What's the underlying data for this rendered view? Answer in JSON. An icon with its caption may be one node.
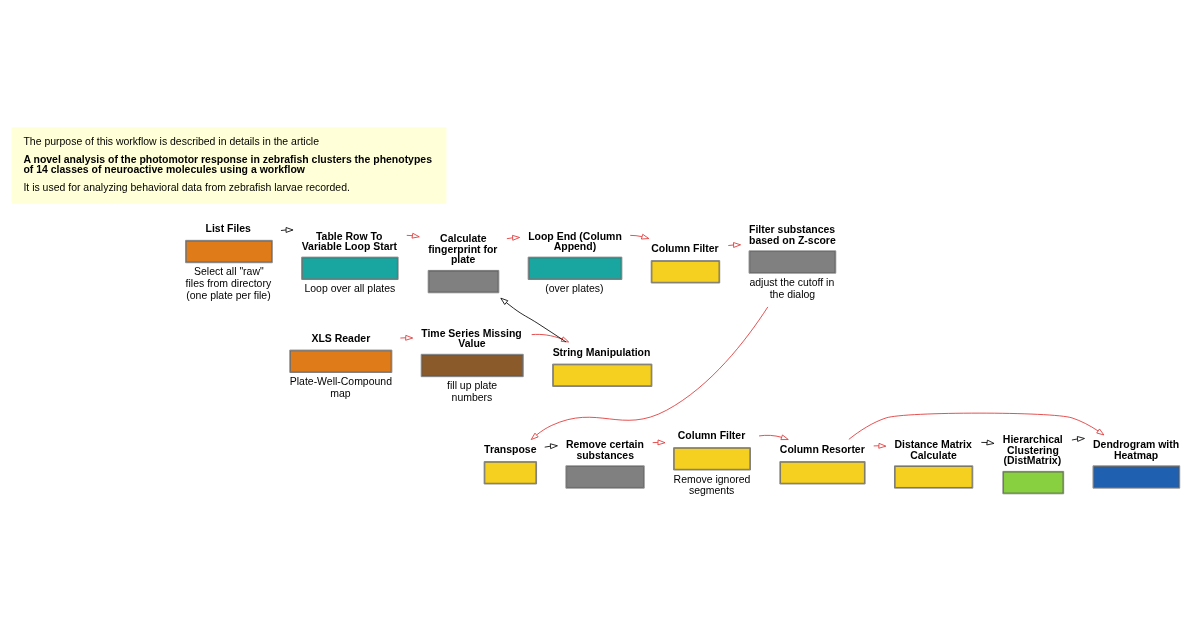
{
  "diagram": {
    "nodes": [
      {
        "text": [
          "The purpose of this workflow is described in details in the article",
          "A novel analysis of the photomotor response in zebrafish clusters the phenotypes of 14 classes of neuroactive molecules using a workflow",
          "It is used for analyzing behavioral data from zebrafish larvae recorded."
        ]
      },
      {
        "text": [
          "List Files"
        ],
        "beside": [
          "Select all \"raw\" files from directory (one plate per file)"
        ]
      },
      {
        "text": [
          "Table Row To Variable Loop Start"
        ],
        "beside": [
          "Loop over all plates"
        ]
      },
      {
        "text": [
          "Calculate fingerprint for plate"
        ]
      },
      {
        "text": [
          "Loop End (Column Append)"
        ],
        "beside": [
          "(over plates)"
        ]
      },
      {
        "text": [
          "Column Filter"
        ]
      },
      {
        "text": [
          "Filter substances based on Z-score"
        ],
        "beside": [
          "adjust the cutoff in the dialog"
        ]
      },
      {
        "text": [
          "XLS Reader"
        ],
        "beside": [
          "Plate-Well-Compound map"
        ]
      },
      {
        "text": [
          "Time Series Missing Value"
        ],
        "beside": [
          "fill up plate numbers"
        ]
      },
      {
        "text": [
          "String Manipulation"
        ]
      },
      {
        "text": [
          "Transpose"
        ]
      },
      {
        "text": [
          "Remove certain substances"
        ]
      },
      {
        "text": [
          "Column Filter"
        ],
        "beside": [
          "Remove ignored segments"
        ]
      },
      {
        "text": [
          "Column Resorter"
        ]
      },
      {
        "text": [
          "Distance Matrix Calculate"
        ]
      },
      {
        "text": [
          "Hierarchical Clustering (DistMatrix)"
        ]
      },
      {
        "text": [
          "Dendrogram with Heatmap"
        ]
      }
    ],
    "edges": [
      {
        "from": 1,
        "to": 2,
        "arrow": "to",
        "color": "#000000"
      },
      {
        "from": 2,
        "to": 3,
        "arrow": "to"
      },
      {
        "from": 3,
        "to": 4,
        "arrow": "to"
      },
      {
        "from": 4,
        "to": 5,
        "arrow": "to"
      },
      {
        "from": 5,
        "to": 6,
        "arrow": "to"
      },
      {
        "from": 7,
        "to": 8,
        "arrow": "to"
      },
      {
        "from": 8,
        "to": 9,
        "arrow": "to"
      },
      {
        "from": 9,
        "to": 3,
        "arrow": "to",
        "color": "#000000"
      },
      {
        "from": 6,
        "to": 10,
        "arrow": "to"
      },
      {
        "from": 10,
        "to": 11,
        "arrow": "to",
        "color": "#000000"
      },
      {
        "from": 11,
        "to": 12,
        "arrow": "to"
      },
      {
        "from": 12,
        "to": 13,
        "arrow": "to"
      },
      {
        "from": 13,
        "to": 14,
        "arrow": "to"
      },
      {
        "from": 13,
        "to": 16,
        "arrow": "to"
      },
      {
        "from": 14,
        "to": 15,
        "arrow": "to",
        "color": "#000000"
      },
      {
        "from": 15,
        "to": 16,
        "arrow": "to",
        "color": "#000000"
      }
    ]
  }
}
